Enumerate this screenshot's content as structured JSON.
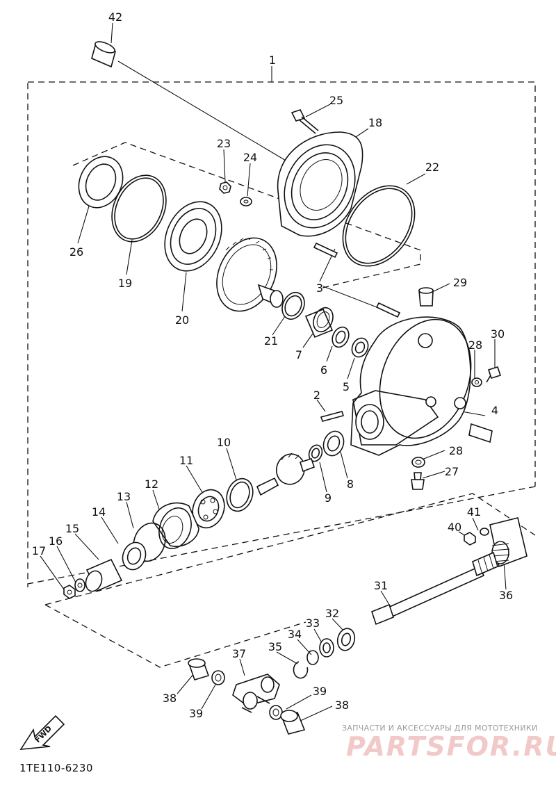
{
  "drawing_code": "1TE110-6230",
  "direction_arrow": "FWD",
  "watermark": {
    "tagline": "ЗАПЧАСТИ И АКСЕССУАРЫ ДЛЯ МОТОТЕХНИКИ",
    "brand": "PARTSFOR.RU"
  },
  "callouts": [
    "42",
    "1",
    "25",
    "18",
    "23",
    "24",
    "22",
    "26",
    "19",
    "20",
    "3",
    "29",
    "21",
    "7",
    "6",
    "5",
    "30",
    "28",
    "2",
    "4",
    "10",
    "11",
    "12",
    "13",
    "14",
    "15",
    "16",
    "17",
    "9",
    "8",
    "28",
    "27",
    "41",
    "40",
    "36",
    "31",
    "32",
    "33",
    "34",
    "35",
    "37",
    "38",
    "39",
    "39",
    "38"
  ]
}
